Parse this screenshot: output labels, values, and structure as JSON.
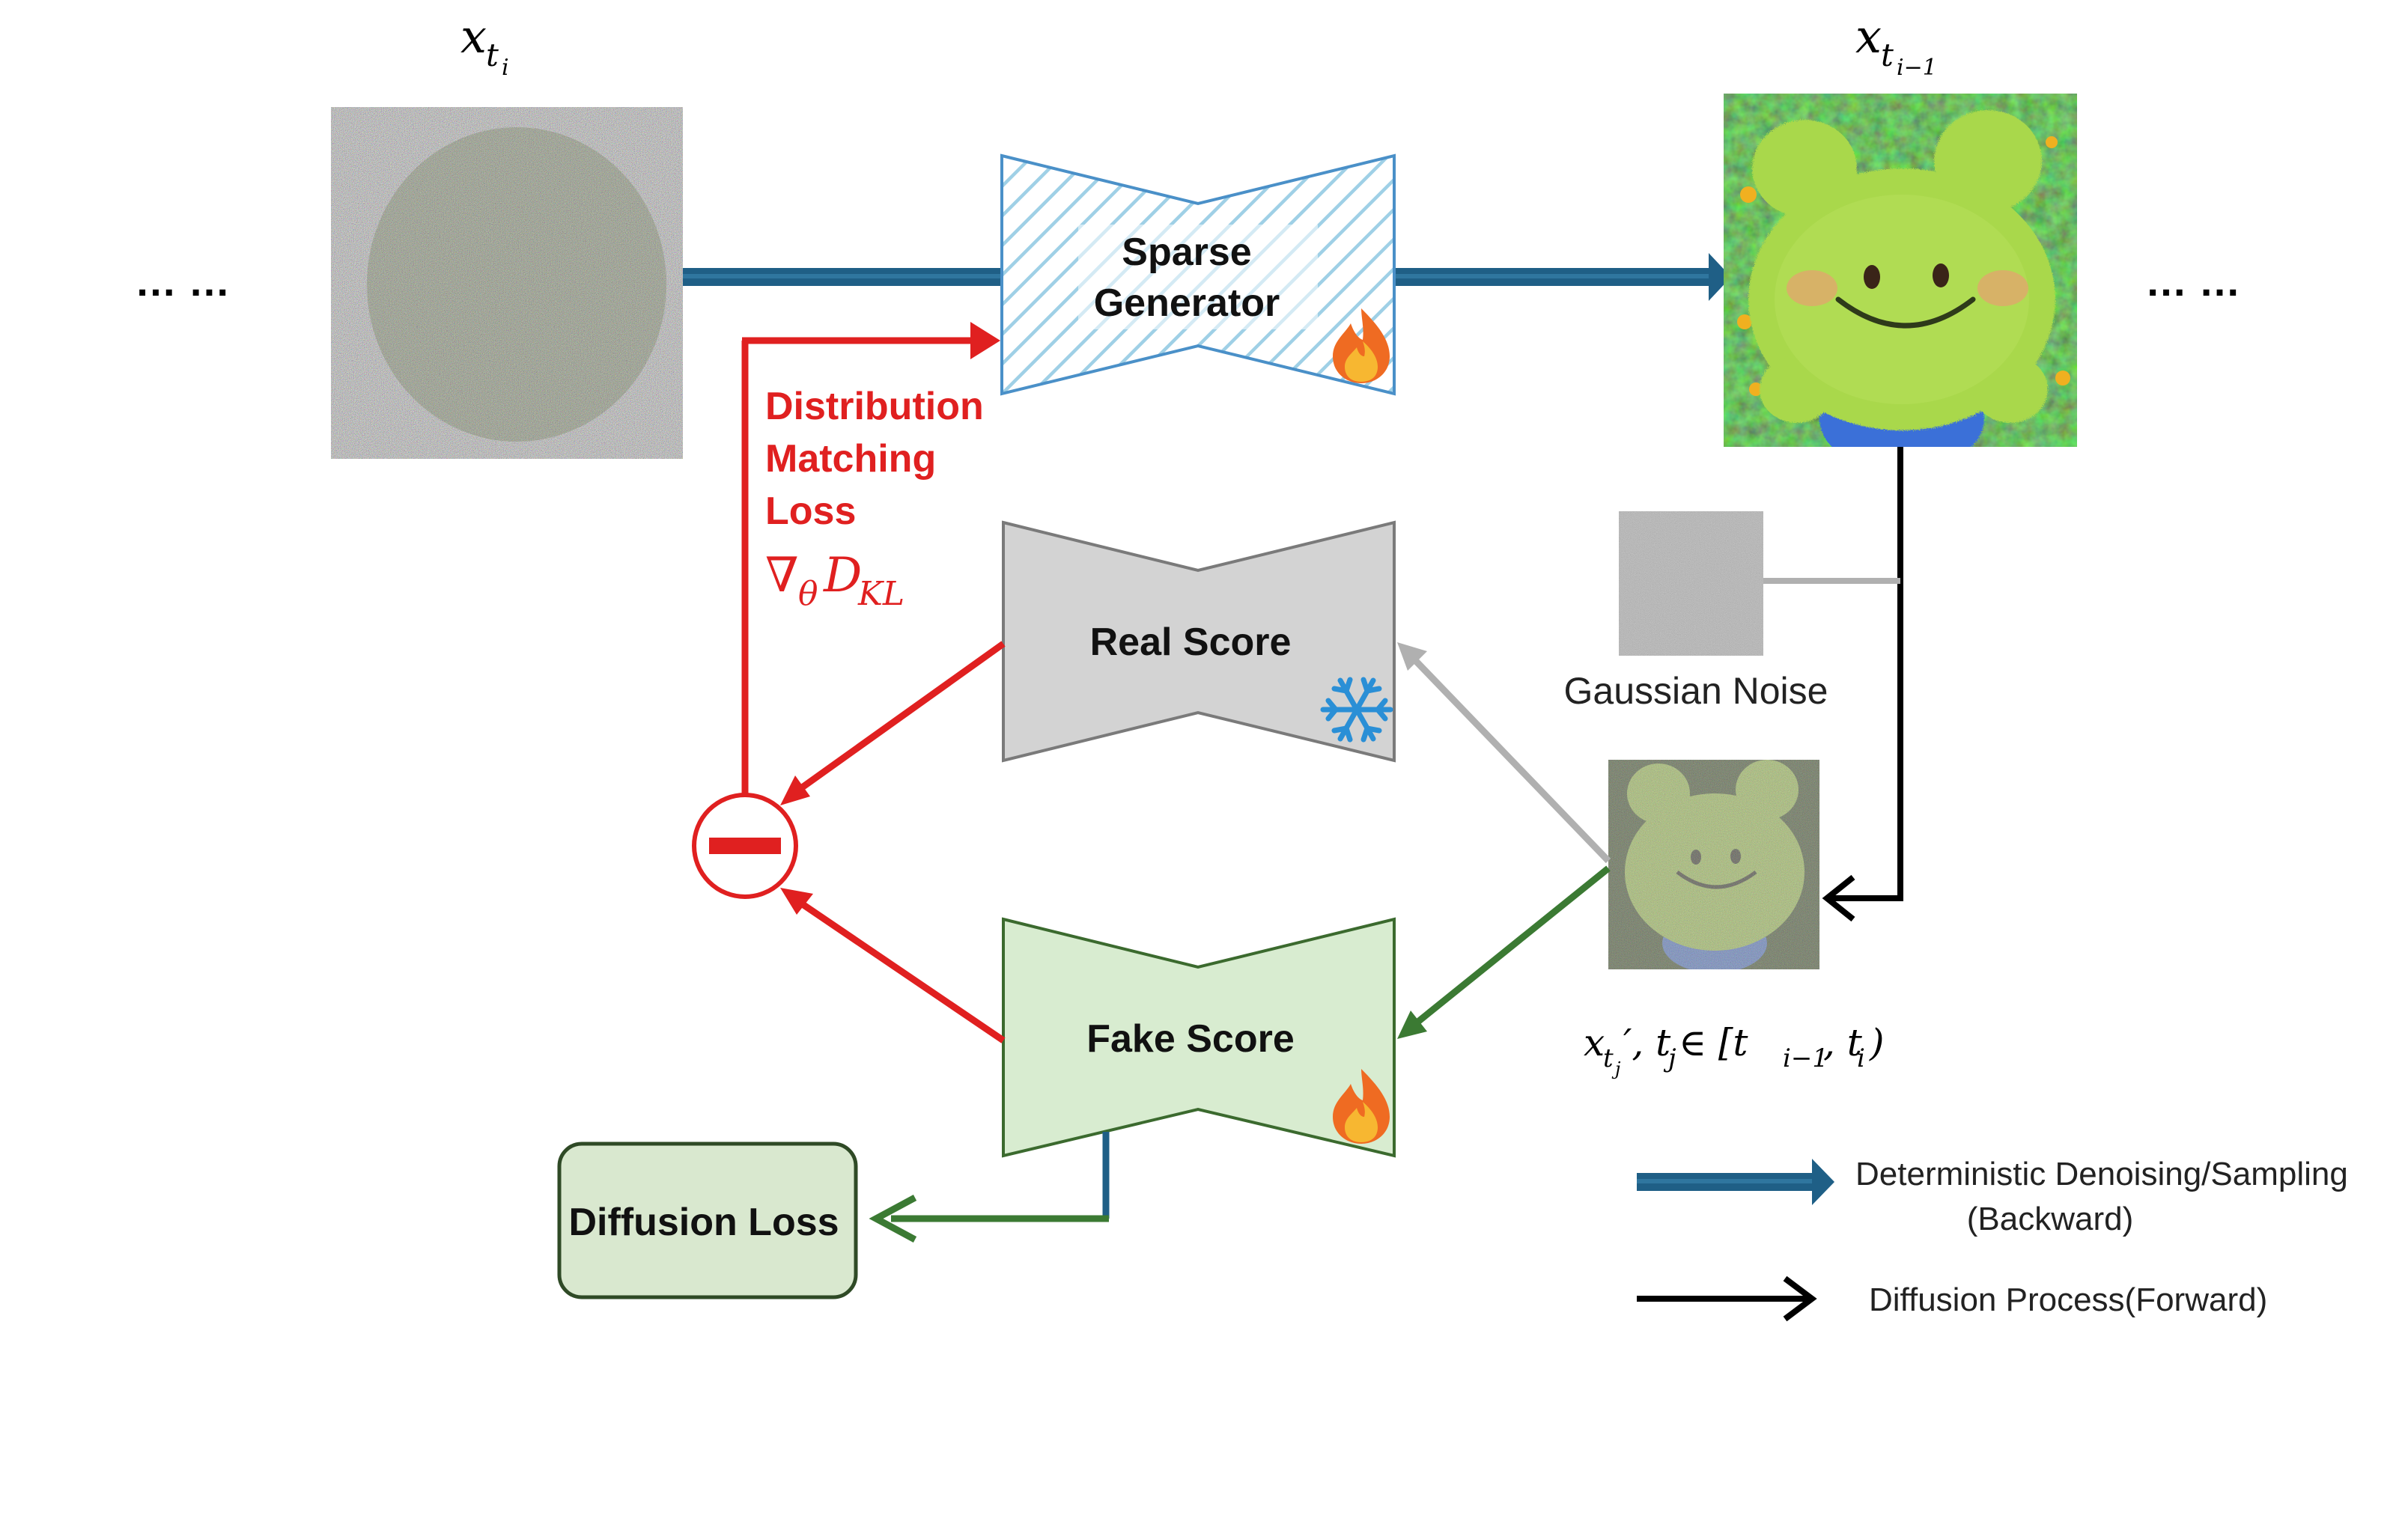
{
  "labels": {
    "x_ti_base": "x",
    "x_ti_sub": "t",
    "x_ti_subsub": "i",
    "x_prev_base": "x",
    "x_prev_sub": "t",
    "x_prev_subsub": "i−1",
    "ellipsis_left": "… …",
    "ellipsis_right": "… …",
    "generator_line1": "Sparse",
    "generator_line2": "Generator",
    "real_score": "Real Score",
    "fake_score": "Fake Score",
    "diffusion_loss": "Diffusion Loss",
    "gaussian_noise": "Gaussian Noise",
    "dm_loss_line1": "Distribution",
    "dm_loss_line2": "Matching",
    "dm_loss_line3": "Loss",
    "grad_symbol": "∇",
    "grad_theta": "θ",
    "grad_D": "D",
    "grad_KL": "KL",
    "xtj_label": "x",
    "xtj_sub": "t",
    "xtj_subsub": "j",
    "xtj_rest": "′, t",
    "xtj_rest_sub": "j",
    "xtj_in": " ∈ [t",
    "xtj_in_sub": "i−1",
    "xtj_comma": ", t",
    "xtj_comma_sub": "i",
    "xtj_close": ")"
  },
  "legend": {
    "deterministic_line1": "Deterministic Denoising/Sampling",
    "deterministic_line2": "(Backward)",
    "diffusion_forward": "Diffusion Process(Forward)"
  },
  "colors": {
    "blue_arrow": "#1f5f86",
    "red": "#e02020",
    "green": "#3b7a33",
    "gray_arrow": "#b0b0b0",
    "black": "#000000",
    "generator_stroke": "#4a90c8",
    "real_fill": "#d3d3d3",
    "fake_fill": "#d8ecd0",
    "diff_loss_fill": "#d9e8cf"
  },
  "icons": {
    "generator_badge": "fire-icon",
    "real_badge": "snowflake-icon",
    "fake_badge": "fire-icon"
  }
}
